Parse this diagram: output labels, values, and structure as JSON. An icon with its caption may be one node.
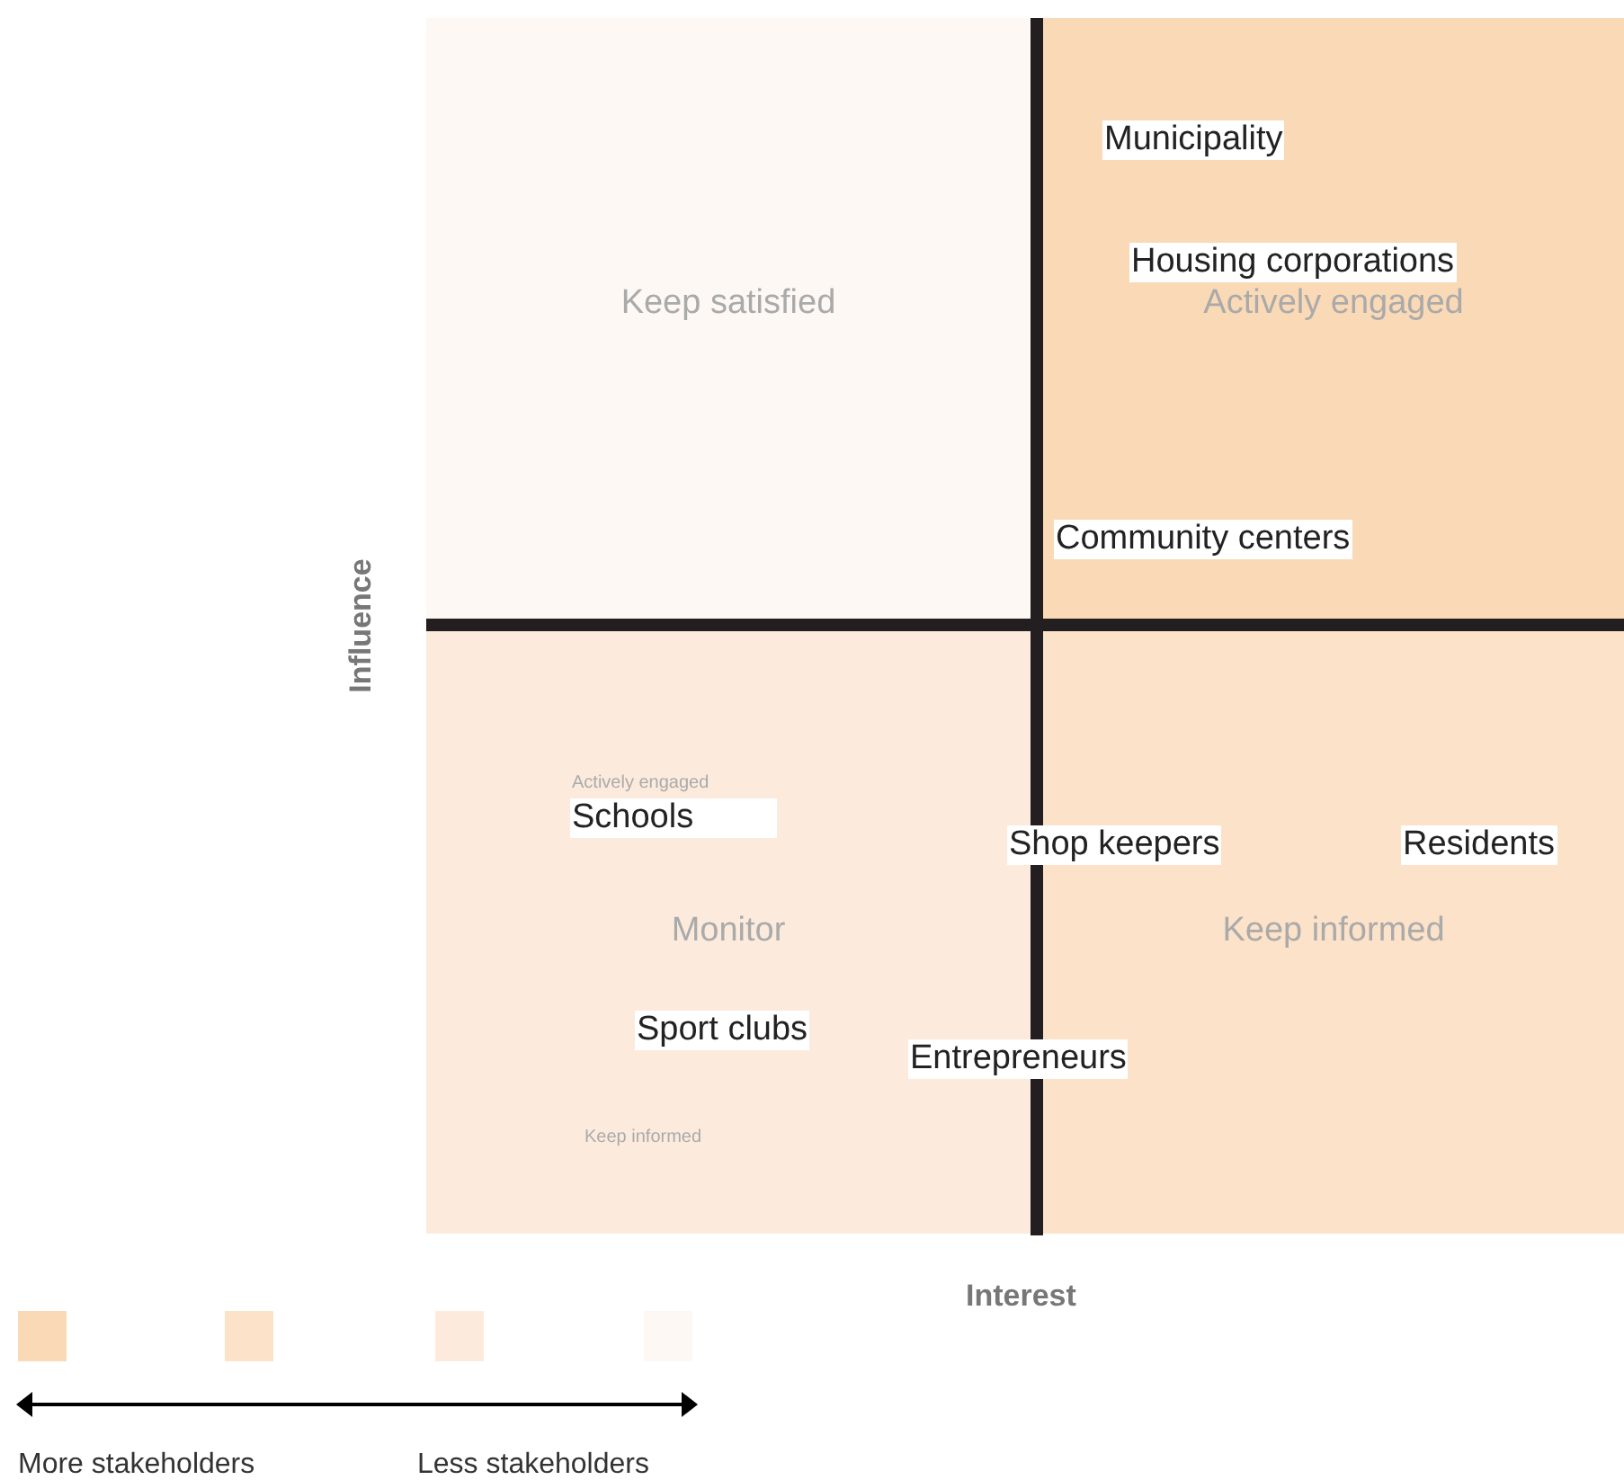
{
  "diagram": {
    "nodes": [
      {
        "text": [
          "Keep satisfied"
        ]
      },
      {
        "text": [
          "Actively engaged"
        ]
      },
      {
        "text": [
          "Monitor"
        ]
      },
      {
        "text": [
          "Keep informed"
        ]
      },
      {
        "text": [
          "Municipality"
        ],
        "in": 1
      },
      {
        "text": [
          "Housing corporations"
        ],
        "in": 1
      },
      {
        "text": [
          "Community centers"
        ],
        "in": 1
      },
      {
        "text": [
          "Schools"
        ],
        "in": 2
      },
      {
        "text": [
          "Shop keepers"
        ]
      },
      {
        "text": [
          "Residents"
        ],
        "in": 3
      },
      {
        "text": [
          "Sport clubs"
        ],
        "in": 2
      },
      {
        "text": [
          "Entrepreneurs"
        ]
      },
      {
        "text": [],
        "shape": "box"
      },
      {
        "text": [],
        "shape": "box"
      },
      {
        "text": [],
        "shape": "box"
      },
      {
        "text": [],
        "shape": "box"
      }
    ],
    "labels": [
      "Influence",
      "Actively engaged",
      "Keep informed",
      "Interest",
      "More stakeholders",
      "Less stakeholders"
    ]
  }
}
